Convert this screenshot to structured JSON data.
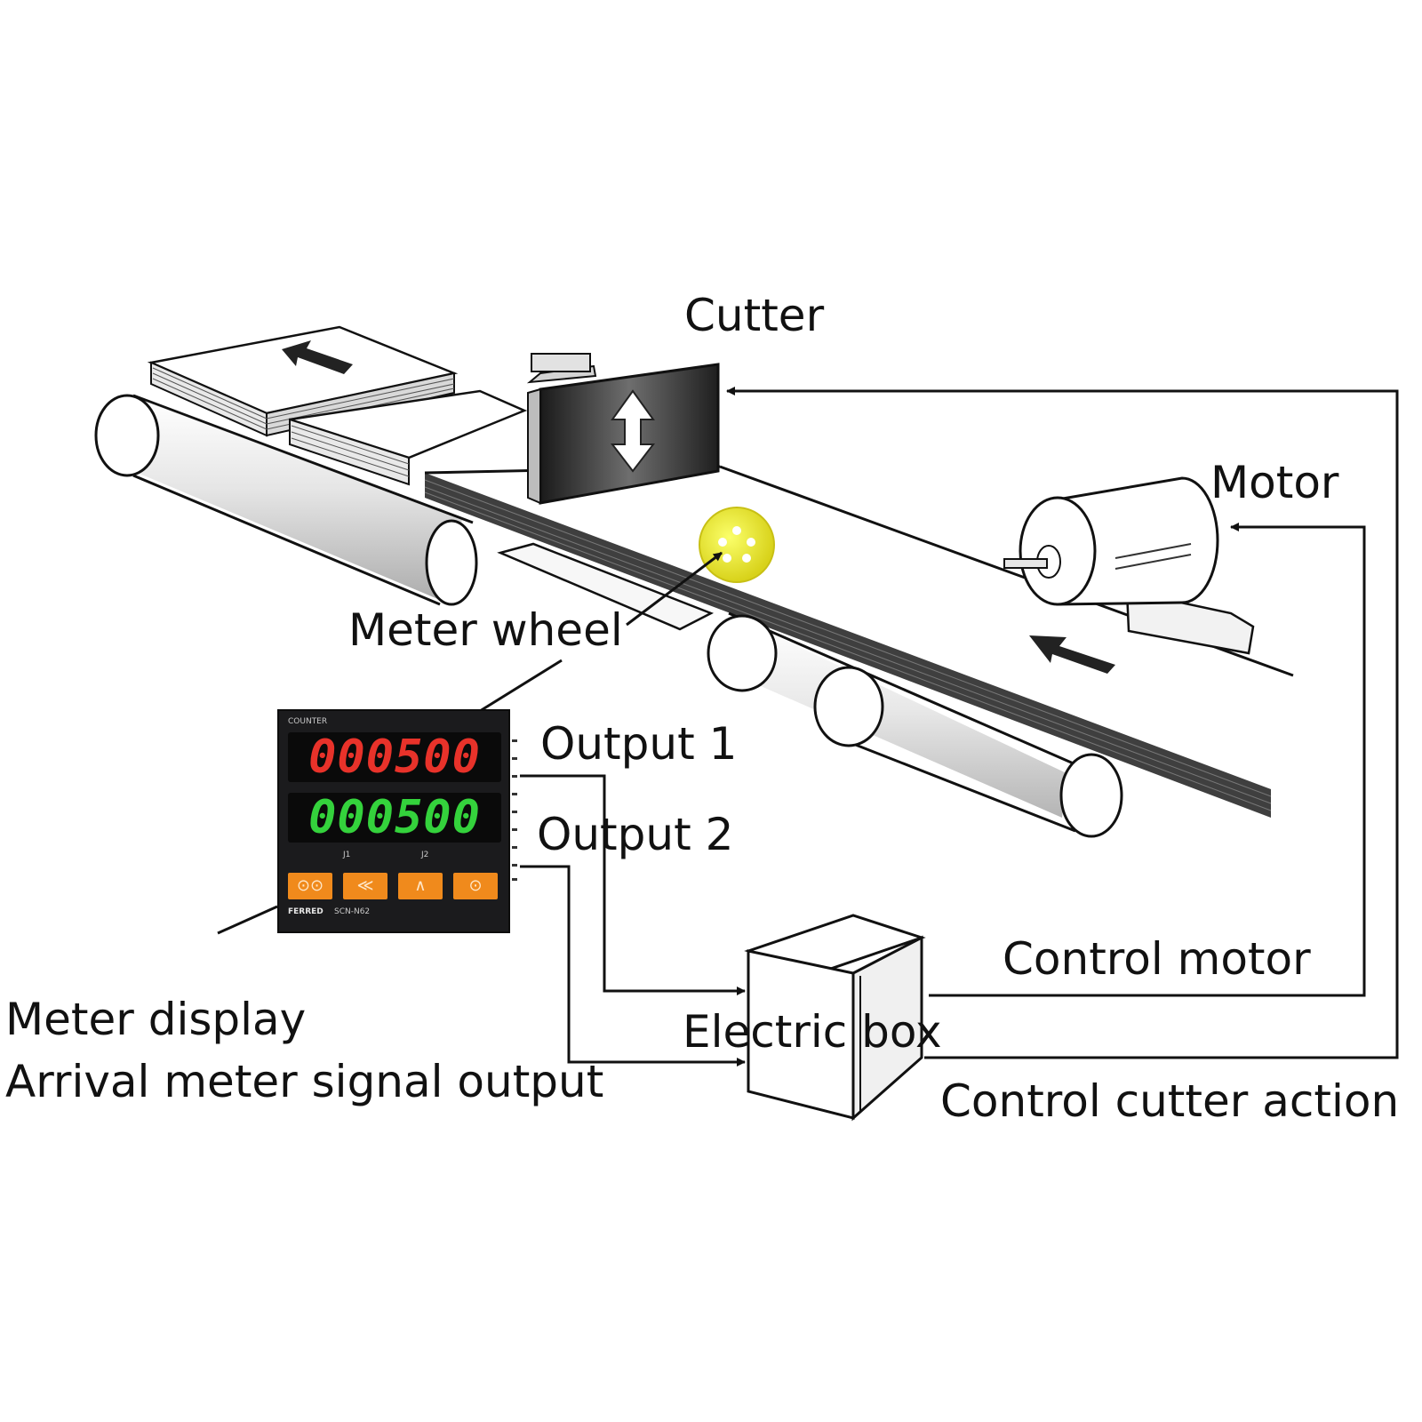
{
  "labels": {
    "cutter": "Cutter",
    "motor": "Motor",
    "meter_wheel": "Meter wheel",
    "output_1": "Output 1",
    "output_2": "Output 2",
    "control_motor": "Control motor",
    "electric_box": "Electric box",
    "control_cutter_action": "Control cutter action",
    "meter_display": "Meter display",
    "arrival_signal": "Arrival meter signal output"
  },
  "meter": {
    "header": "COUNTER",
    "display_1": "000500",
    "display_2": "000500",
    "indicator_1": "J1",
    "indicator_2": "J2",
    "brand": "FERRED",
    "model": "SCN-N62",
    "buttons": [
      "⊙⊙",
      "≪",
      "∧",
      "⊙"
    ],
    "display_1_color": "#e8322a",
    "display_2_color": "#34d23c",
    "button_color": "#f08a1c"
  }
}
